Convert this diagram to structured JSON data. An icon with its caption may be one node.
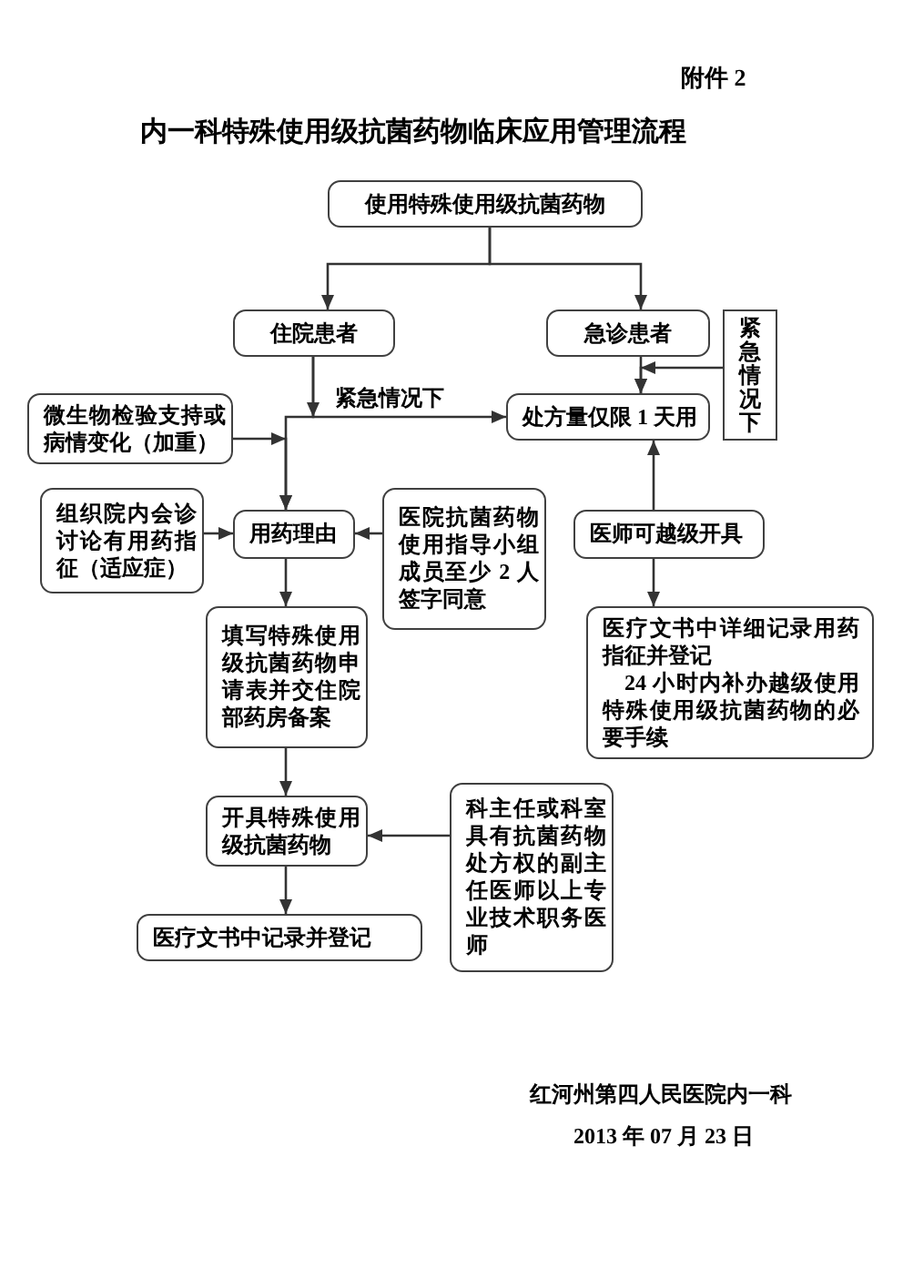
{
  "diagram": {
    "title": "内一科特殊使用级抗菌药物临床应用管理流程",
    "nodes": [
      {
        "text": [
          "使用特殊使用级抗菌药物"
        ]
      },
      {
        "text": [
          "住院患者"
        ]
      },
      {
        "text": [
          "急诊患者"
        ]
      },
      {
        "text": [
          "紧急情况下"
        ]
      },
      {
        "text": [
          "处方量仅限 1 天用"
        ]
      },
      {
        "text": [
          "微生物检验支持或病情变化（加重）"
        ]
      },
      {
        "text": [
          "组织院内会诊讨论有用药指征（适应症）"
        ]
      },
      {
        "text": [
          "用药理由"
        ]
      },
      {
        "text": [
          "医院抗菌药物使用指导小组成员至少 2 人签字同意"
        ]
      },
      {
        "text": [
          "医师可越级开具"
        ]
      },
      {
        "text": [
          "医疗文书中详细记录用药指征并登记",
          "24 小时内补办越级使用特殊使用级抗菌药物的必要手续"
        ]
      },
      {
        "text": [
          "填写特殊使用级抗菌药物申请表并交住院部药房备案"
        ]
      },
      {
        "text": [
          "开具特殊使用级抗菌药物"
        ]
      },
      {
        "text": [
          "科主任或科室具有抗菌药物处方权的副主任医师以上专业技术职务医师"
        ]
      },
      {
        "text": [
          "医疗文书中记录并登记"
        ]
      }
    ],
    "edges": [
      {
        "from": 0,
        "to": 1,
        "arrow": "to"
      },
      {
        "from": 0,
        "to": 2,
        "arrow": "to"
      },
      {
        "from": 1,
        "to": 4,
        "arrow": "to",
        "label": "紧急情况下"
      },
      {
        "from": 1,
        "to": 7,
        "arrow": "to"
      },
      {
        "from": 2,
        "to": 4,
        "arrow": "to"
      },
      {
        "from": 3,
        "to": 4,
        "arrow": "to"
      },
      {
        "from": 5,
        "to": 7,
        "arrow": "to"
      },
      {
        "from": 6,
        "to": 7,
        "arrow": "to"
      },
      {
        "from": 8,
        "to": 7,
        "arrow": "to"
      },
      {
        "from": 9,
        "to": 4,
        "arrow": "to"
      },
      {
        "from": 9,
        "to": 10,
        "arrow": "to"
      },
      {
        "from": 7,
        "to": 11,
        "arrow": "to"
      },
      {
        "from": 11,
        "to": 12,
        "arrow": "to"
      },
      {
        "from": 13,
        "to": 12,
        "arrow": "to"
      },
      {
        "from": 12,
        "to": 14,
        "arrow": "to"
      }
    ],
    "labels": [
      "附件 2",
      "红河州第四人民医院内一科",
      "2013 年 07 月 23 日"
    ]
  }
}
